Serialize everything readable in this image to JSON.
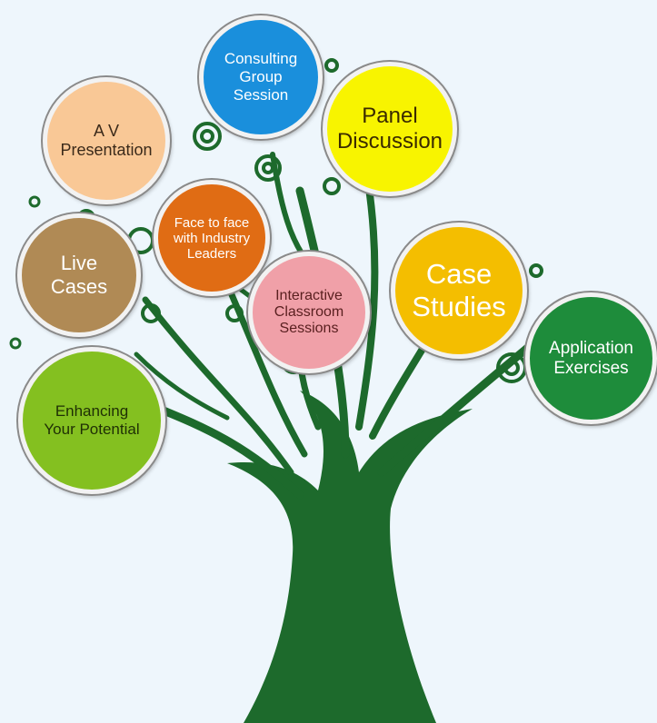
{
  "colors": {
    "background": "#eef6fc",
    "tree": "#1d6a2c",
    "bubble_border": "#f2f2f2"
  },
  "bubbles": [
    {
      "id": "consulting",
      "label": "Consulting\nGroup\nSession",
      "color": "#1a8fdc",
      "text_color": "#ffffff"
    },
    {
      "id": "panel",
      "label": "Panel\nDiscussion",
      "color": "#f8f400",
      "text_color": "#3a2a00"
    },
    {
      "id": "av",
      "label": "A V\nPresentation",
      "color": "#f9c896",
      "text_color": "#3b2a1a"
    },
    {
      "id": "face",
      "label": "Face to face\nwith Industry\nLeaders",
      "color": "#e06c14",
      "text_color": "#ffffff"
    },
    {
      "id": "live",
      "label": "Live\nCases",
      "color": "#b08a55",
      "text_color": "#ffffff"
    },
    {
      "id": "interactive",
      "label": "Interactive\nClassroom\nSessions",
      "color": "#f0a0a8",
      "text_color": "#5a2020"
    },
    {
      "id": "case",
      "label": "Case\nStudies",
      "color": "#f4be00",
      "text_color": "#ffffff"
    },
    {
      "id": "application",
      "label": "Application\nExercises",
      "color": "#1e8c3b",
      "text_color": "#ffffff"
    },
    {
      "id": "enhancing",
      "label": "Enhancing\nYour Potential",
      "color": "#84c020",
      "text_color": "#1f2f05"
    }
  ]
}
